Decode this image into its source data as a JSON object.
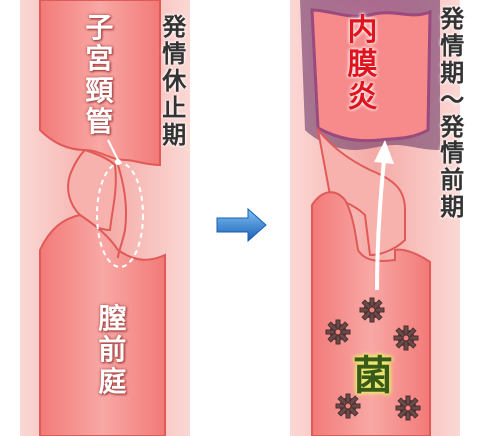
{
  "left": {
    "cervical_canal_label": "子宮頸管",
    "phase_label": "発情休止期",
    "vestibule_label": "膣前庭"
  },
  "right": {
    "endometritis_label": "内膜炎",
    "phase_label": "発情期～発情前期",
    "bacteria_label": "菌"
  },
  "colors": {
    "tissue_outer": "#f8c3bf",
    "tissue_inner": "#f3817e",
    "lumen": "#f6a4a1",
    "inflammation": "#8a4d7a",
    "arrow_blue": "#2f7fd0",
    "gear": "#6b4a4a"
  }
}
